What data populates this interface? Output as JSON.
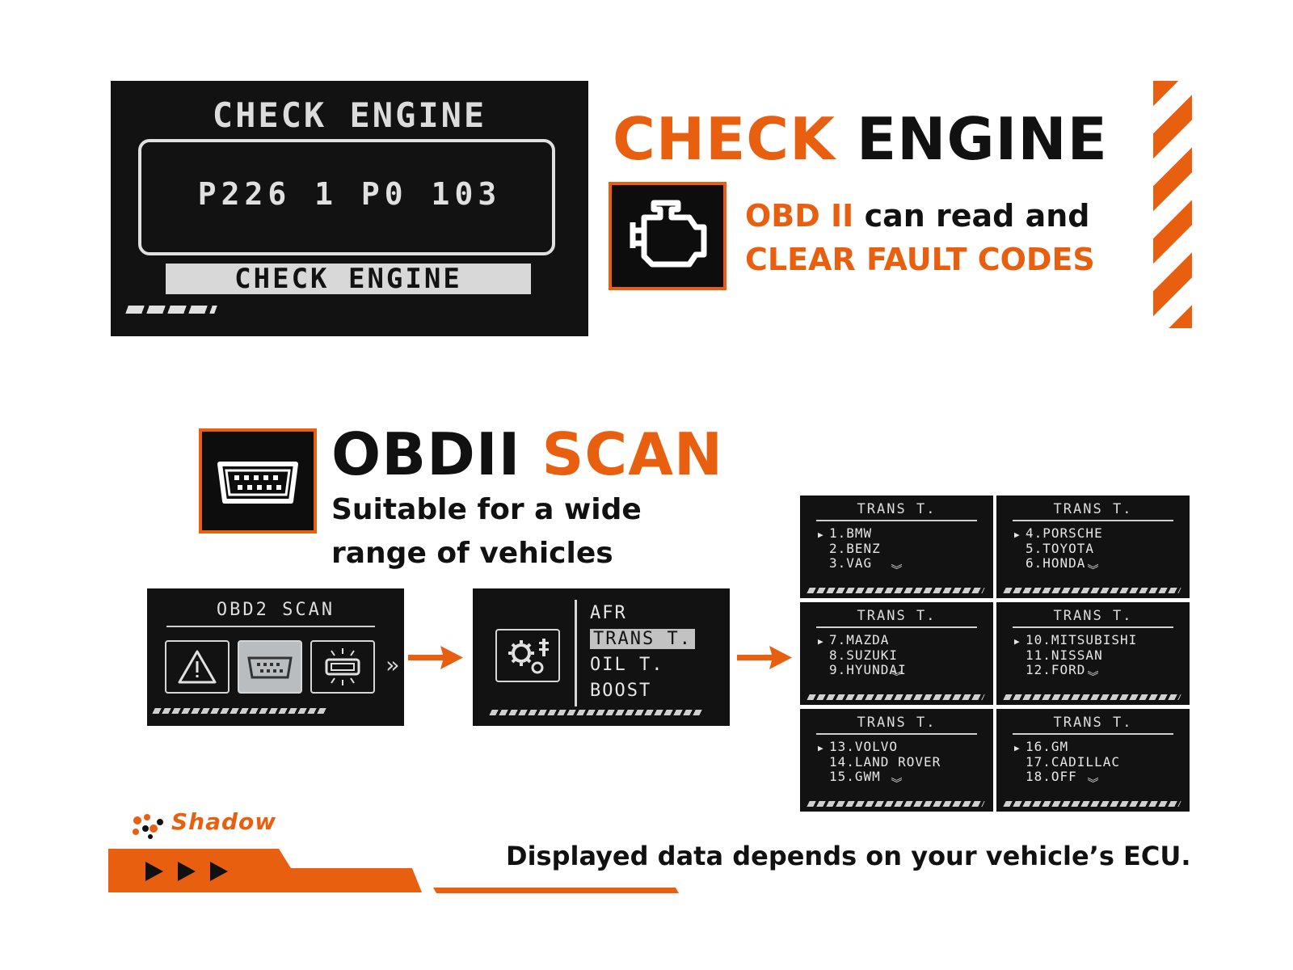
{
  "colors": {
    "accent": "#e8600f",
    "dark": "#111111",
    "lcd_bg": "#121212"
  },
  "top_display": {
    "title": "CHECK ENGINE",
    "codes": "P226 1 P0 103",
    "highlight": "CHECK ENGINE"
  },
  "check_engine": {
    "title_orange": "CHECK",
    "title_black": "ENGINE",
    "icon": "check-engine-icon",
    "line1_orange": "OBD II",
    "line1_black": "can read and",
    "line2": "CLEAR FAULT CODES"
  },
  "obdii_scan": {
    "icon": "obd-connector-icon",
    "title_black": "OBDII",
    "title_orange": "SCAN",
    "subtitle_line1": "Suitable for a wide",
    "subtitle_line2": "range of vehicles"
  },
  "obd2_screen": {
    "header": "OBD2 SCAN",
    "icons": [
      "warning-icon",
      "obd-connector-icon",
      "cleaning-icon"
    ]
  },
  "menu_screen": {
    "icon": "gear-settings-icon",
    "items": [
      "AFR",
      "TRANS T.",
      "OIL T.",
      "BOOST"
    ],
    "selected_index": 1
  },
  "trans_screens": [
    {
      "title": "TRANS T.",
      "rows": [
        "1.BMW",
        "2.BENZ",
        "3.VAG"
      ]
    },
    {
      "title": "TRANS T.",
      "rows": [
        "4.PORSCHE",
        "5.TOYOTA",
        "6.HONDA"
      ]
    },
    {
      "title": "TRANS T.",
      "rows": [
        "7.MAZDA",
        "8.SUZUKI",
        "9.HYUNDAI"
      ]
    },
    {
      "title": "TRANS T.",
      "rows": [
        "10.MITSUBISHI",
        "11.NISSAN",
        "12.FORD"
      ]
    },
    {
      "title": "TRANS T.",
      "rows": [
        "13.VOLVO",
        "14.LAND ROVER",
        "15.GWM"
      ]
    },
    {
      "title": "TRANS T.",
      "rows": [
        "16.GM",
        "17.CADILLAC",
        "18.OFF"
      ]
    }
  ],
  "brand": {
    "name": "Shadow"
  },
  "footer": {
    "disclaimer": "Displayed data depends on your vehicle’s ECU."
  }
}
